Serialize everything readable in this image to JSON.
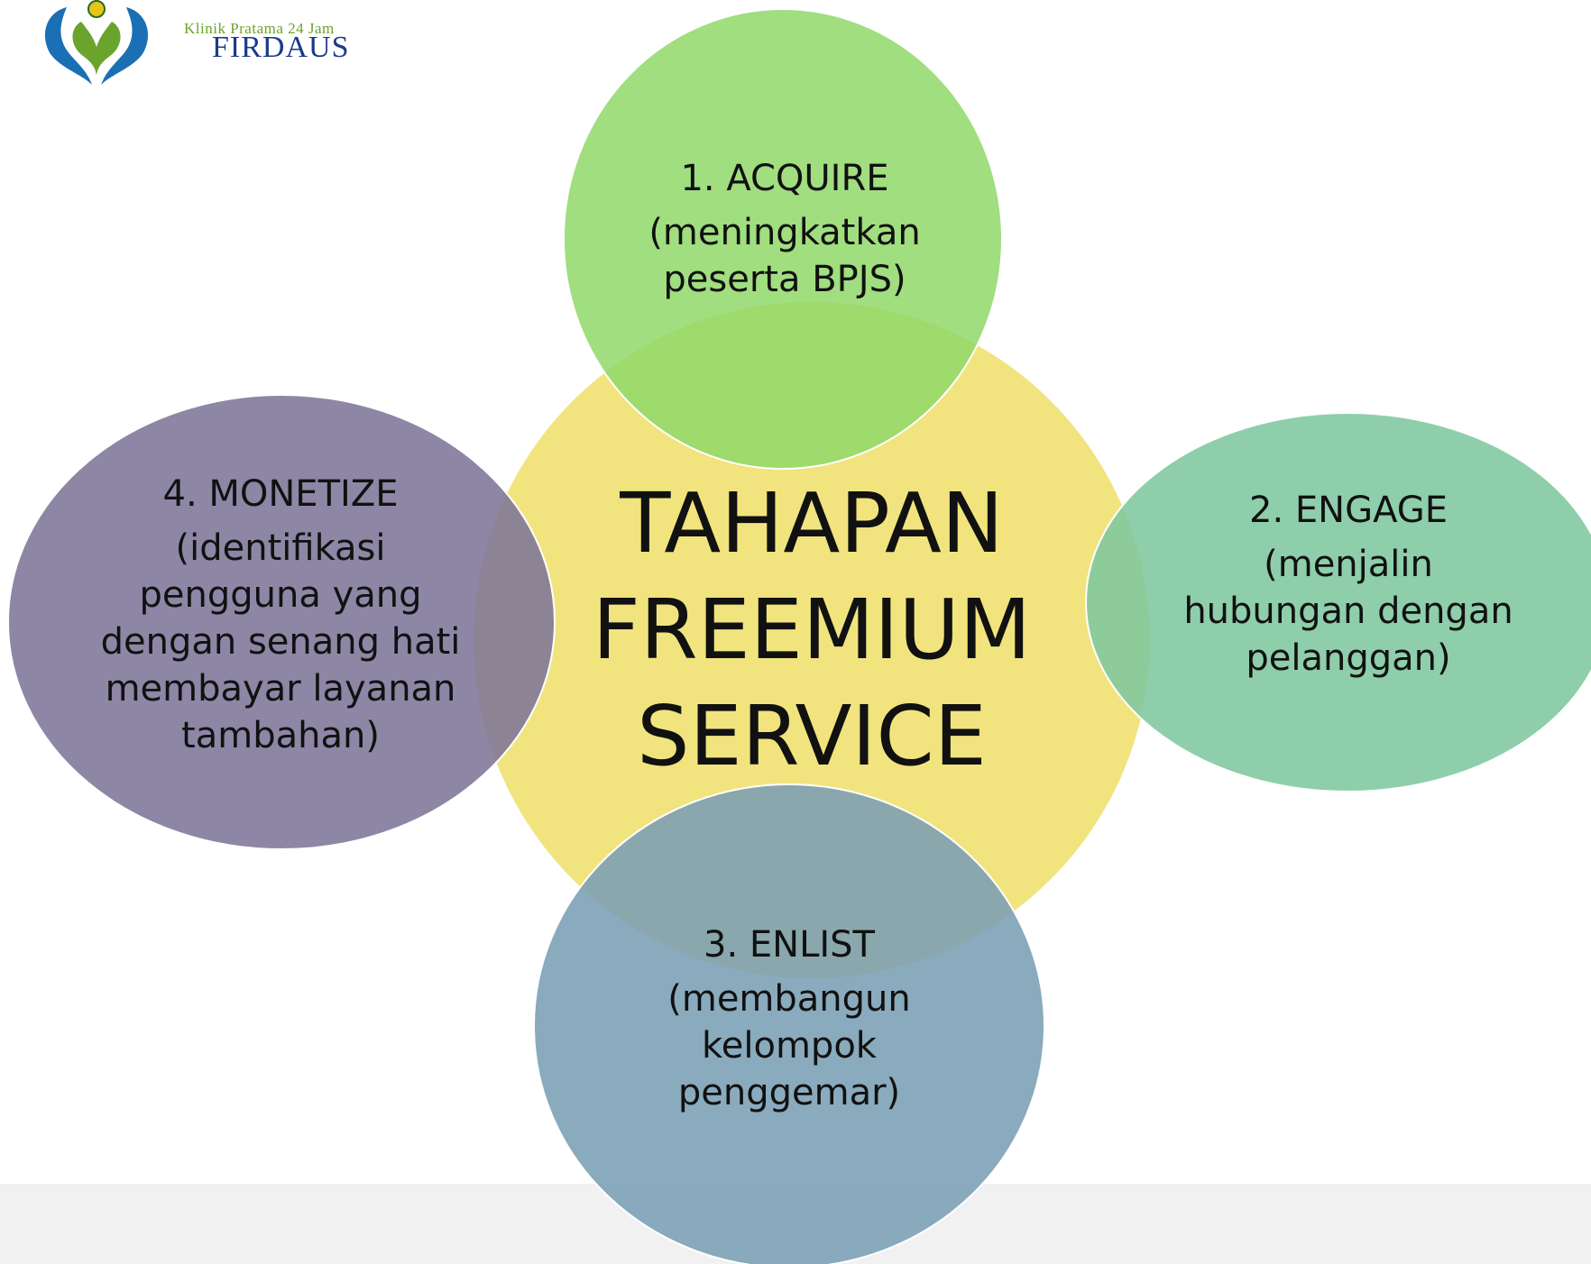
{
  "logo": {
    "top_line": "Klinik Pratama 24 Jam",
    "name": "FIRDAUS"
  },
  "center": {
    "lines": [
      "TAHAPAN",
      "FREEMIUM",
      "SERVICE"
    ],
    "color": "#f1e47e"
  },
  "steps": [
    {
      "id": "acquire",
      "title": "1. ACQUIRE",
      "desc": "(meningkatkan peserta BPJS)",
      "color": "#8fd868"
    },
    {
      "id": "engage",
      "title": "2. ENGAGE",
      "desc": "(menjalin hubungan dengan pelanggan)",
      "color": "#7ec79f"
    },
    {
      "id": "enlist",
      "title": "3. ENLIST",
      "desc": "(membangun kelompok penggemar)",
      "color": "#7a9eb4"
    },
    {
      "id": "monetize",
      "title": "4. MONETIZE",
      "desc": "(identifikasi pengguna yang dengan senang hati membayar layanan tambahan)",
      "color": "#7d7598"
    }
  ]
}
